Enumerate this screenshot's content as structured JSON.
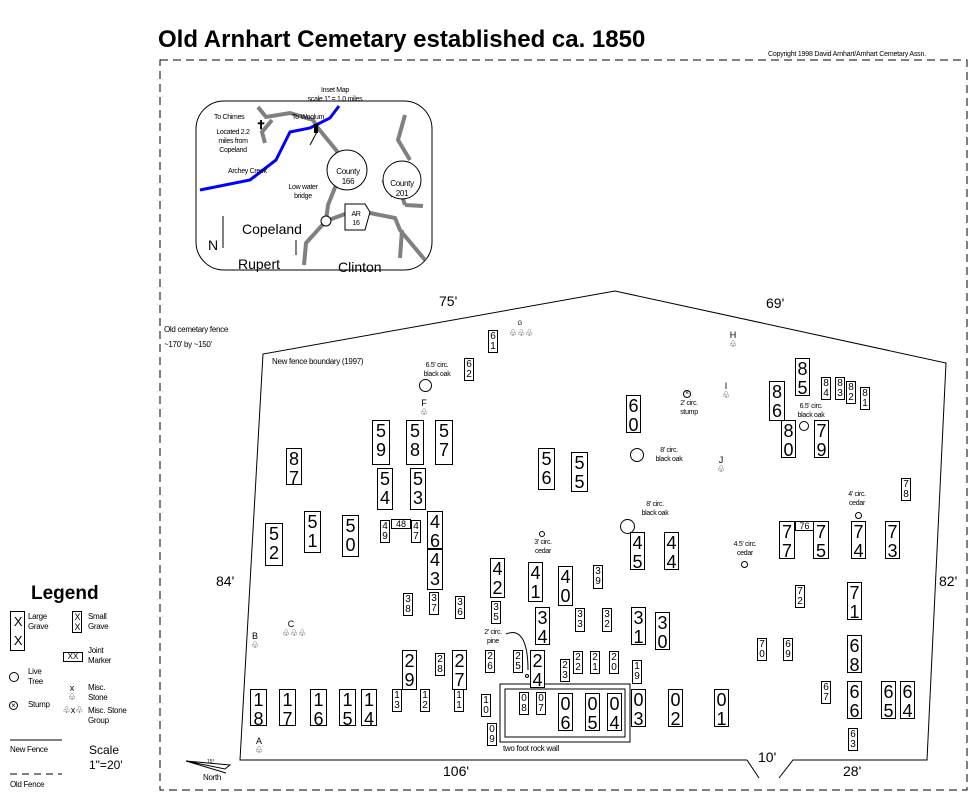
{
  "title": "Old Arnhart Cemetary established ca. 1850",
  "copyright": "Copyright 1998 David Arnhart/Arnhart Cemetary Assn.",
  "inset": {
    "title": "Inset Map",
    "scale": "scale 1\" = 1.0 miles",
    "to_chimes": "To Chimes",
    "to_woolum": "To Woolum",
    "located": "Located 2.2 miles from Copeland",
    "archey_creek": "Archey Creek",
    "low_water_bridge": "Low water bridge",
    "county166": "County 166",
    "county201": "County 201",
    "ar16": "AR 16",
    "copeland": "Copeland",
    "rupert": "Rupert",
    "clinton": "Clinton",
    "north": "N",
    "colors": {
      "creek": "#0000ff",
      "road": "#808080"
    }
  },
  "fences": {
    "old_label": "Old cemetary fence",
    "old_size": "~170' by ~150'",
    "new_label": "New fence boundary (1997)",
    "dims": {
      "top_left": "75'",
      "top_right": "69'",
      "left": "84'",
      "right": "82'",
      "bottom": "106'",
      "gate": "10'",
      "bottom_right": "28'"
    },
    "rock_wall": "two foot rock wall"
  },
  "trees": {
    "t1": "6.5' circ. black oak",
    "t2": "2' circ. stump",
    "t3": "6.5' circ. black oak",
    "t4": "8' circ. black oak",
    "t5": "8' circ. black oak",
    "t6": "3' circ. cedar",
    "t7": "4' circ. cedar",
    "t8": "4.5' circ. cedar",
    "t9": "2' circ. pine"
  },
  "stones": {
    "A": "A",
    "B": "B",
    "C": "C",
    "F": "F",
    "H": "H",
    "I": "I",
    "J": "J",
    "G": "G"
  },
  "graves": {
    "g01": "01",
    "g02": "02",
    "g03": "03",
    "g04": "04",
    "g05": "05",
    "g06": "06",
    "g07": "07",
    "g08": "08",
    "g09": "09",
    "g10": "10",
    "g11": "11",
    "g12": "12",
    "g13": "13",
    "g14": "14",
    "g15": "15",
    "g16": "16",
    "g17": "17",
    "g18": "18",
    "g19": "19",
    "g20": "20",
    "g21": "21",
    "g22": "22",
    "g23": "23",
    "g24": "24",
    "g25": "25",
    "g26": "26",
    "g27": "27",
    "g28": "28",
    "g29": "29",
    "g30": "30",
    "g31": "31",
    "g32": "32",
    "g33": "33",
    "g34": "34",
    "g35": "35",
    "g36": "36",
    "g37": "37",
    "g38": "38",
    "g39": "39",
    "g40": "40",
    "g41": "41",
    "g42": "42",
    "g43": "43",
    "g44": "44",
    "g45": "45",
    "g46": "46",
    "g47": "47",
    "g48": "48",
    "g49": "49",
    "g50": "50",
    "g51": "51",
    "g52": "52",
    "g53": "53",
    "g54": "54",
    "g55": "55",
    "g56": "56",
    "g57": "57",
    "g58": "58",
    "g59": "59",
    "g60": "60",
    "g61": "61",
    "g62": "62",
    "g63": "63",
    "g64": "64",
    "g65": "65",
    "g66": "66",
    "g67": "67",
    "g68": "68",
    "g69": "69",
    "g70": "70",
    "g71": "71",
    "g72": "72",
    "g73": "73",
    "g74": "74",
    "g75": "75",
    "g76": "76",
    "g77": "77",
    "g78": "78",
    "g79": "79",
    "g80": "80",
    "g81": "81",
    "g82": "82",
    "g83": "83",
    "g84": "84",
    "g85": "85",
    "g86": "86",
    "g87": "87"
  },
  "legend": {
    "title": "Legend",
    "large_grave": "Large Grave",
    "small_grave": "Small Grave",
    "joint_marker": "Joint Marker",
    "live_tree": "Live Tree",
    "stump": "Stump",
    "misc_stone": "Misc. Stone",
    "misc_stone_group": "Misc. Stone Group",
    "new_fence": "New Fence",
    "old_fence": "Old Fence",
    "scale_label": "Scale",
    "scale_value": "1\"=20'",
    "x": "X",
    "xx": "XX",
    "north": "North",
    "north_angle": "15°"
  }
}
